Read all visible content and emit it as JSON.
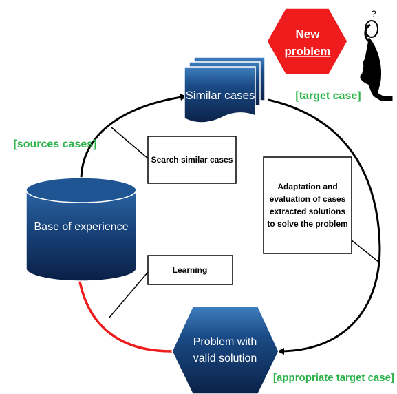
{
  "new_problem": {
    "line1": "New",
    "line2": "problem"
  },
  "similar_cases": "Similar cases",
  "target_case": "[target case]",
  "sources_cases": "[sources cases]",
  "search_box": "Search similar cases",
  "base": "Base of experience",
  "adaptation": {
    "line1": "Adaptation and",
    "line2": "evaluation of cases",
    "line3": "extracted solutions",
    "line4": "to solve the problem"
  },
  "learning": "Learning",
  "problem_solution": {
    "line1": "Problem with",
    "line2": "valid solution"
  },
  "appropriate": "[appropriate target case]",
  "thinking_marks": "?",
  "colors": {
    "navy": "#0d2b55",
    "navy_light": "#2a6aa8",
    "red": "#ee1c1c",
    "green": "#2db34a"
  }
}
